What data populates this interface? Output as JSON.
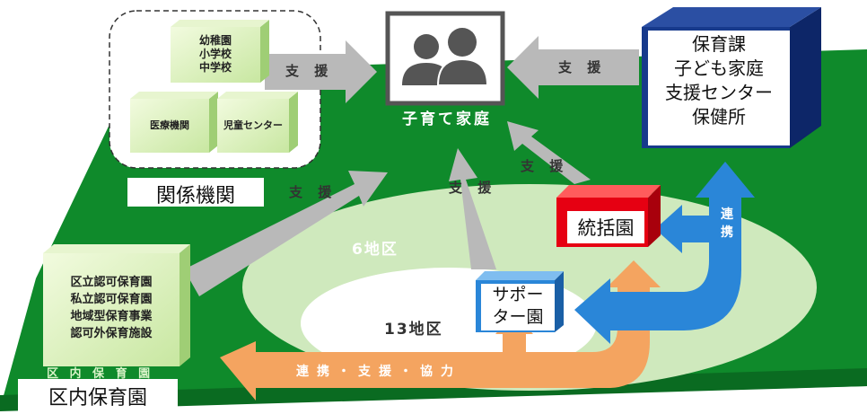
{
  "center": {
    "label": "子育て家庭"
  },
  "support": {
    "label_related": "支 援",
    "label_right": "支 援",
    "label_left_long": "支 援",
    "label_mid": "支 援",
    "label_tokatsu": "支 援"
  },
  "related_orgs": {
    "title": "関係機関",
    "schools": "幼稚園\n小学校\n中学校",
    "medical": "医療機関",
    "child_center": "児童センター"
  },
  "city_office": {
    "text": "保育課\n子ども家庭\n支援センター\n保健所"
  },
  "areas": {
    "outer": "6地区",
    "inner": "13地区"
  },
  "tokatsu": {
    "label": "統括園"
  },
  "supporter": {
    "label": "サポー\nター園"
  },
  "renkei": {
    "label": "連\n携"
  },
  "ward_nurseries": {
    "types": "区立認可保育園\n私立認可保育園\n地域型保育事業\n認可外保育施設",
    "title": "区内保育園",
    "banner": "区 内 保 育 園"
  },
  "cooperation": {
    "label": "連携・支援・協力"
  },
  "colors": {
    "green": "#0f8a2b",
    "light_green": "#cfe9bd",
    "gray_arrow": "#b9b9b9",
    "blue": "#2a86d8",
    "orange": "#f4a460",
    "red": "#e60012",
    "navy": "#173a8c"
  }
}
